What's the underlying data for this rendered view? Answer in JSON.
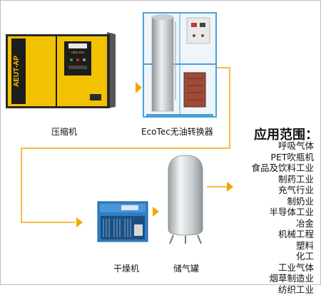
{
  "labels": {
    "compressor": "压缩机",
    "converter": "EcoTec无油转换器",
    "dryer": "干燥机",
    "tank": "储气罐"
  },
  "compressor_panel": {
    "brand": "AEUT-AP",
    "model": "AED-15A"
  },
  "applications": {
    "title": "应用范围：",
    "items": [
      "呼吸气体",
      "PET吹瓶机",
      "食品及饮料工业",
      "制药工业",
      "充气行业",
      "制奶业",
      "半导体工业",
      "冶金",
      "机械工程",
      "塑料",
      "化工",
      "工业气体",
      "烟草制造业",
      "纺织工业"
    ]
  },
  "colors": {
    "flow_line": "#f0a800",
    "compressor_body": "#f2c200",
    "dryer_body": "#2f7fc7",
    "tank_body": "#cfd3d6",
    "converter_frame": "#4aa0d8"
  },
  "icons": {
    "compressor": "air-compressor",
    "converter": "oil-free-converter",
    "dryer": "air-dryer",
    "tank": "air-receiver-tank"
  }
}
